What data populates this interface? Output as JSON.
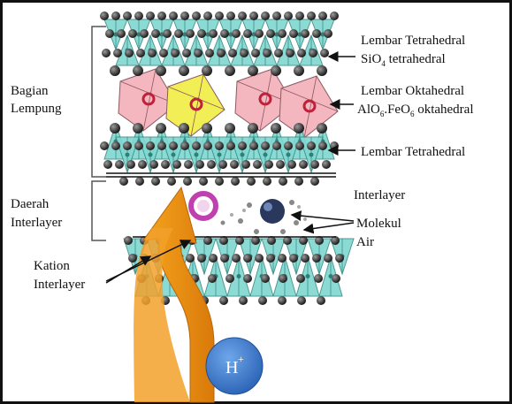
{
  "labels": {
    "bagian": "Bagian",
    "lempung": "Lempung",
    "daerah": "Daerah",
    "interlayer_left": "Interlayer",
    "kation": "Kation",
    "kation_interlayer": "Interlayer",
    "tetra_top_1": "Lembar Tetrahedral",
    "tetra_top_2": "SiO",
    "tetra_top_2_sub": "4",
    "tetra_top_2_rest": " tetrahedral",
    "okta_1": "Lembar Oktahedral",
    "okta_2a": "AlO",
    "okta_2a_sub": "6",
    "okta_2b": ".FeO",
    "okta_2b_sub": "6",
    "okta_2c": " oktahedral",
    "tetra_bottom": "Lembar Tetrahedral",
    "interlayer_right": "Interlayer",
    "molekul": "Molekul",
    "air": "Air",
    "proton": "H",
    "proton_sup": "+"
  },
  "colors": {
    "tetrahedral": "#7fd8d0",
    "octahedral": "#f4b6bf",
    "octahedral_highlight": "#f2ee55",
    "atom": "#2a2a2a",
    "arrow": "#e8930c",
    "proton": "#3b7bd1",
    "cation_ring": "#c040b0",
    "bracket": "#555555"
  },
  "icons": {
    "proton": "proton-circle",
    "cation": "cation-ring",
    "water": "water-molecule-cluster"
  }
}
